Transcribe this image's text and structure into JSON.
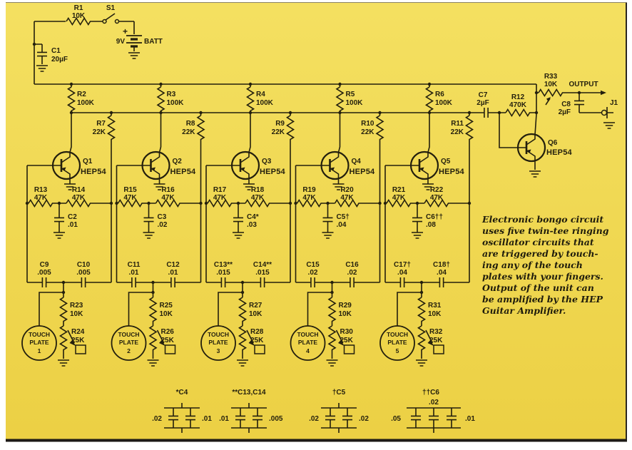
{
  "frame": {
    "bg_top": "#f4e061",
    "bg_bottom": "#ecd044",
    "ink": "#231f0d"
  },
  "power": {
    "r1": {
      "ref": "R1",
      "val": "10K"
    },
    "s1": {
      "ref": "S1"
    },
    "battery": {
      "plus": "+",
      "volts": "9V",
      "name": "BATT"
    },
    "c1": {
      "ref": "C1",
      "val": "20µF"
    }
  },
  "output": {
    "c7": {
      "ref": "C7",
      "val": "2µF"
    },
    "r12": {
      "ref": "R12",
      "val": "470K"
    },
    "r33": {
      "ref": "R33",
      "val": "10K"
    },
    "label": "OUTPUT",
    "c8": {
      "ref": "C8",
      "val": "2µF"
    },
    "j1": "J1",
    "q6": {
      "ref": "Q6",
      "type": "HEP54"
    }
  },
  "stages": [
    {
      "r_load": {
        "ref": "R2",
        "val": "100K"
      },
      "r_couple": {
        "ref": "R7",
        "val": "22K"
      },
      "q": {
        "ref": "Q1",
        "type": "HEP54"
      },
      "r_tee_l": {
        "ref": "R13",
        "val": "47K"
      },
      "r_tee_r": {
        "ref": "R14",
        "val": "47K"
      },
      "c_mid": {
        "ref": "C2",
        "val": ".01"
      },
      "c_l": {
        "ref": "C9",
        "val": ".005"
      },
      "c_r": {
        "ref": "C10",
        "val": ".005"
      },
      "r_top": {
        "ref": "R23",
        "val": "10K"
      },
      "r_pot": {
        "ref": "R24",
        "val": "25K"
      },
      "plate": [
        "TOUCH",
        "PLATE",
        "1"
      ]
    },
    {
      "r_load": {
        "ref": "R3",
        "val": "100K"
      },
      "r_couple": {
        "ref": "R8",
        "val": "22K"
      },
      "q": {
        "ref": "Q2",
        "type": "HEP54"
      },
      "r_tee_l": {
        "ref": "R15",
        "val": "47K"
      },
      "r_tee_r": {
        "ref": "R16",
        "val": "47K"
      },
      "c_mid": {
        "ref": "C3",
        "val": ".02"
      },
      "c_l": {
        "ref": "C11",
        "val": ".01"
      },
      "c_r": {
        "ref": "C12",
        "val": ".01"
      },
      "r_top": {
        "ref": "R25",
        "val": "10K"
      },
      "r_pot": {
        "ref": "R26",
        "val": "25K"
      },
      "plate": [
        "TOUCH",
        "PLATE",
        "2"
      ]
    },
    {
      "r_load": {
        "ref": "R4",
        "val": "100K"
      },
      "r_couple": {
        "ref": "R9",
        "val": "22K"
      },
      "q": {
        "ref": "Q3",
        "type": "HEP54"
      },
      "r_tee_l": {
        "ref": "R17",
        "val": "47K"
      },
      "r_tee_r": {
        "ref": "R18",
        "val": "47K"
      },
      "c_mid": {
        "ref": "C4*",
        "val": ".03"
      },
      "c_l": {
        "ref": "C13**",
        "val": ".015"
      },
      "c_r": {
        "ref": "C14**",
        "val": ".015"
      },
      "r_top": {
        "ref": "R27",
        "val": "10K"
      },
      "r_pot": {
        "ref": "R28",
        "val": "25K"
      },
      "plate": [
        "TOUCH",
        "PLATE",
        "3"
      ]
    },
    {
      "r_load": {
        "ref": "R5",
        "val": "100K"
      },
      "r_couple": {
        "ref": "R10",
        "val": "22K"
      },
      "q": {
        "ref": "Q4",
        "type": "HEP54"
      },
      "r_tee_l": {
        "ref": "R19",
        "val": "47K"
      },
      "r_tee_r": {
        "ref": "R20",
        "val": "47K"
      },
      "c_mid": {
        "ref": "C5†",
        "val": ".04"
      },
      "c_l": {
        "ref": "C15",
        "val": ".02"
      },
      "c_r": {
        "ref": "C16",
        "val": ".02"
      },
      "r_top": {
        "ref": "R29",
        "val": "10K"
      },
      "r_pot": {
        "ref": "R30",
        "val": "25K"
      },
      "plate": [
        "TOUCH",
        "PLATE",
        "4"
      ]
    },
    {
      "r_load": {
        "ref": "R6",
        "val": "100K"
      },
      "r_couple": {
        "ref": "R11",
        "val": "22K"
      },
      "q": {
        "ref": "Q5",
        "type": "HEP54"
      },
      "r_tee_l": {
        "ref": "R21",
        "val": "47K"
      },
      "r_tee_r": {
        "ref": "R22",
        "val": "47K"
      },
      "c_mid": {
        "ref": "C6††",
        "val": ".08"
      },
      "c_l": {
        "ref": "C17†",
        "val": ".04"
      },
      "c_r": {
        "ref": "C18†",
        "val": ".04"
      },
      "r_top": {
        "ref": "R31",
        "val": "10K"
      },
      "r_pot": {
        "ref": "R32",
        "val": "25K"
      },
      "plate": [
        "TOUCH",
        "PLATE",
        "5"
      ]
    }
  ],
  "legend": [
    {
      "title": "*C4",
      "left": ".02",
      "right": ".01"
    },
    {
      "title": "**C13,C14",
      "left": ".01",
      "right": ".005"
    },
    {
      "title": "†C5",
      "left": ".02",
      "right": ".02"
    },
    {
      "title": "††C6",
      "left": ".05",
      "mid": ".02",
      "right": ".01"
    }
  ],
  "caption": {
    "lines": [
      "Electronic bongo circuit",
      "uses five twin-tee ringing",
      "oscillator circuits that",
      "are triggered by touch-",
      "ing any of the touch",
      "plates with your fingers.",
      "Output of the unit can",
      "be amplified by the HEP",
      "Guitar Amplifier."
    ]
  }
}
